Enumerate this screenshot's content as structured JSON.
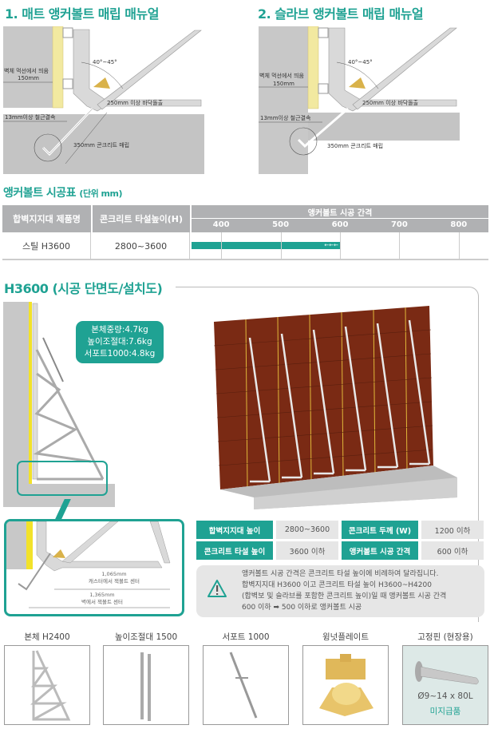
{
  "manual1": {
    "title": "1. 매트 앵커볼트 매립 매뉴얼",
    "angle": "40°~45°",
    "offset_label": "벽체 먹선에서 띄움",
    "offset_value": "150mm",
    "protrude": "250mm 이상 바닥돌출",
    "rebar": "13mm이상 철근결속",
    "embed": "350mm 콘크리트 매립"
  },
  "manual2": {
    "title": "2. 슬라브 앵커볼트 매립 매뉴얼",
    "angle": "40°~45°",
    "offset_label": "벽체 먹선에서 띄움",
    "offset_value": "150mm",
    "protrude": "250mm 이상 바닥돌출",
    "rebar": "13mm이상 철근결속",
    "embed": "350mm 콘크리트 매립"
  },
  "anchor_table": {
    "title": "앵커볼트 시공표",
    "unit": "(단위 mm)",
    "col_product": "합벽지지대 제품명",
    "col_height": "콘크리트 타설높이(H)",
    "col_spacing": "앵커볼트 시공 간격",
    "ticks": [
      400,
      500,
      600,
      700,
      800
    ],
    "rows": [
      {
        "product": "스틸 H3600",
        "height": "2800~3600",
        "spacing_max": 600,
        "arrows": "←←←"
      }
    ],
    "range_min": 350,
    "range_max": 850,
    "bar_color": "#1fa293"
  },
  "section": {
    "title": "H3600 (시공 단면도/설치도)",
    "callout": [
      "본체중량:4.7kg",
      "높이조절대:7.6kg",
      "서포트1000:4.8kg"
    ],
    "dim1_value": "1,065mm",
    "dim1_label": "캐스터에서 잭볼트 센터",
    "dim2_value": "1,365mm",
    "dim2_label": "벽에서 잭볼트 센터"
  },
  "specs": [
    {
      "label": "합벽지지대 높이",
      "value": "2800~3600"
    },
    {
      "label": "콘크리트 두께 (W)",
      "value": "1200 이하"
    },
    {
      "label": "콘크리트 타설 높이",
      "value": "3600 이하"
    },
    {
      "label": "앵커볼트 시공 간격",
      "value": "600 이하"
    }
  ],
  "note": {
    "icon": "warning-icon",
    "lines": [
      "앵커볼트 시공 간격은 콘크리트 타설 높이에 비례하여 달라집니다.",
      "합벽지지대 H3600 이고 콘크리트 타설 높이 H3600~H4200",
      "(합벽보 및 슬라브를 포함한 콘크리트 높이)일 때 앵커볼트 시공 간격",
      "600 이하 ➡ 500 이하로 앵커볼트 시공"
    ]
  },
  "parts": [
    {
      "label": "본체 H2400"
    },
    {
      "label": "높이조절대 1500"
    },
    {
      "label": "서포트 1000"
    },
    {
      "label": "윙넛플레이트"
    },
    {
      "label": "고정핀 (현장용)",
      "spec": "Ø9~14 x 80L",
      "note": "미지급품"
    }
  ],
  "colors": {
    "accent": "#1fa293",
    "header_gray": "#b0b1b3",
    "panel": "#7a2a14",
    "yellow": "#f2e27a"
  }
}
